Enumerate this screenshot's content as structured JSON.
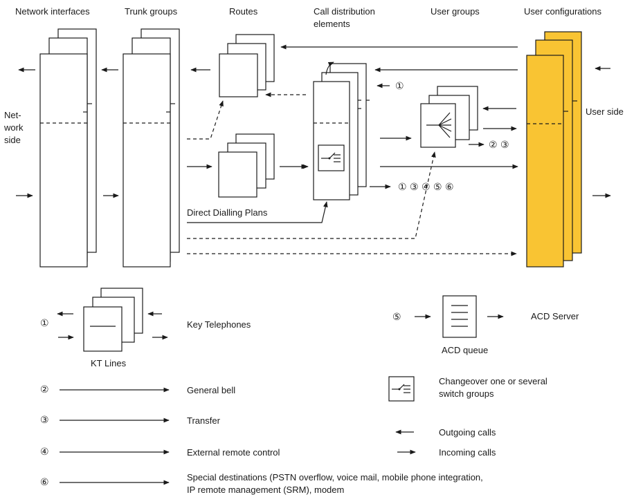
{
  "headers": {
    "network_interfaces": "Network interfaces",
    "trunk_groups": "Trunk groups",
    "routes": "Routes",
    "call_distribution_1": "Call distribution",
    "call_distribution_2": "elements",
    "user_groups": "User groups",
    "user_configurations": "User configurations"
  },
  "side_labels": {
    "network_side_1": "Net-",
    "network_side_2": "work",
    "network_side_3": "side",
    "user_side": "User side"
  },
  "direct_dialling_plans": "Direct Dialling Plans",
  "markers": {
    "m1": "①",
    "m23": "② ③",
    "m13456": "① ③ ④ ⑤ ⑥"
  },
  "legend": {
    "kt_marker": "①",
    "key_telephones": "Key Telephones",
    "kt_lines": "KT Lines",
    "acd_marker": "⑤",
    "acd_queue": "ACD queue",
    "acd_server": "ACD Server",
    "changeover_1": "Changeover one or several",
    "changeover_2": "switch groups",
    "outgoing_calls": "Outgoing calls",
    "incoming_calls": "Incoming calls",
    "items": [
      {
        "marker": "②",
        "label": "General bell"
      },
      {
        "marker": "③",
        "label": "Transfer"
      },
      {
        "marker": "④",
        "label": "External remote control"
      },
      {
        "marker": "⑥",
        "label": "Special destinations (PSTN overflow, voice mail, mobile phone integration,"
      }
    ],
    "special_line2": "IP remote management (SRM), modem"
  },
  "colors": {
    "user_config_fill": "#f9c433",
    "stroke": "#1a1a1a"
  }
}
